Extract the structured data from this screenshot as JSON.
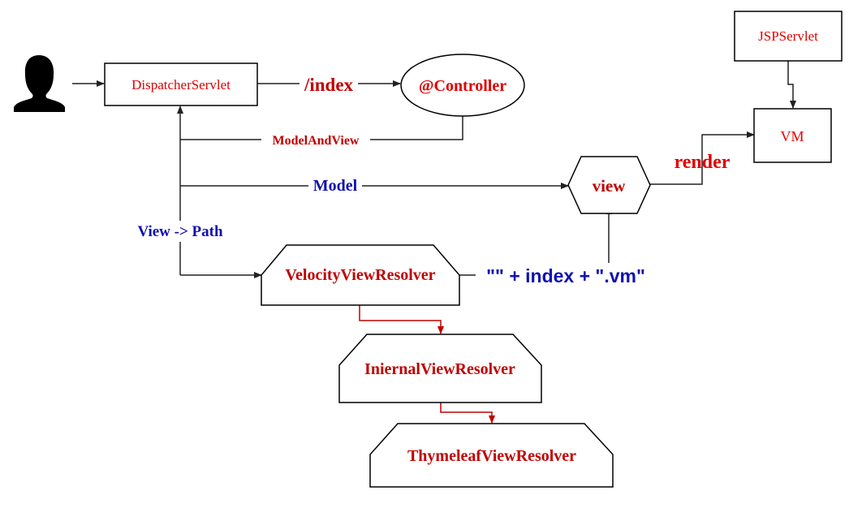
{
  "nodes": {
    "dispatcher": "DispatcherServlet",
    "controller": "@Controller",
    "jspservlet": "JSPServlet",
    "vm": "VM",
    "view": "view",
    "velocity": "VelocityViewResolver",
    "internal": "IniernalViewResolver",
    "thymeleaf": "ThymeleafViewResolver"
  },
  "edges": {
    "index": "/index",
    "model_and_view": "ModelAndView",
    "model": "Model",
    "view_path": "View -> Path",
    "render": "render",
    "vm_expression": "\"\" + index + \".vm\""
  },
  "colors": {
    "red_text": "#e00000",
    "dark_red_text": "#c00000",
    "blue_text": "#1010b0",
    "red_edge": "#c00000",
    "line": "#222222"
  },
  "icons": {
    "user": "user-silhouette-icon"
  }
}
